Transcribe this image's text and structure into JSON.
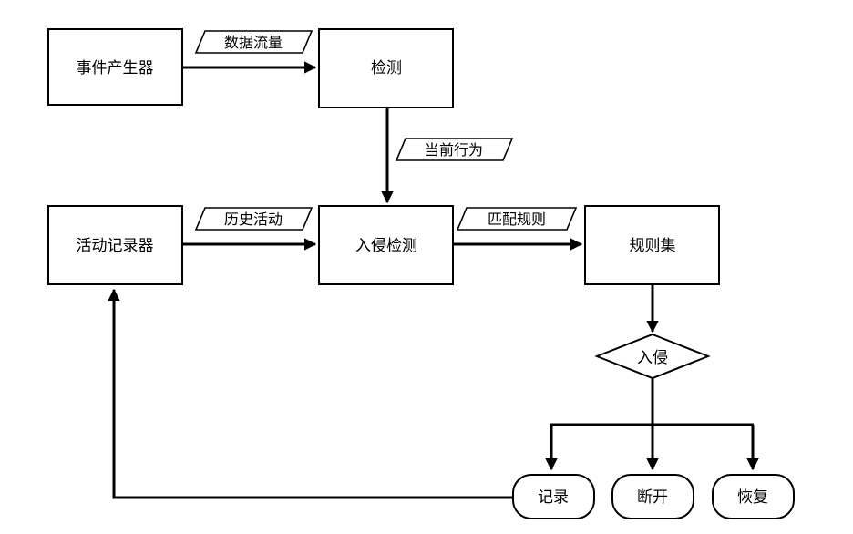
{
  "nodes": {
    "event_generator": "事件产生器",
    "detection": "检测",
    "activity_recorder": "活动记录器",
    "intrusion_detection": "入侵检测",
    "rule_set": "规则集",
    "intrusion": "入侵",
    "record": "记录",
    "disconnect": "断开",
    "recover": "恢复"
  },
  "edges": {
    "data_flow": "数据流量",
    "current_behavior": "当前行为",
    "history_activity": "历史活动",
    "match_rules": "匹配规则"
  },
  "colors": {
    "stroke": "#000000",
    "fill": "#ffffff"
  }
}
